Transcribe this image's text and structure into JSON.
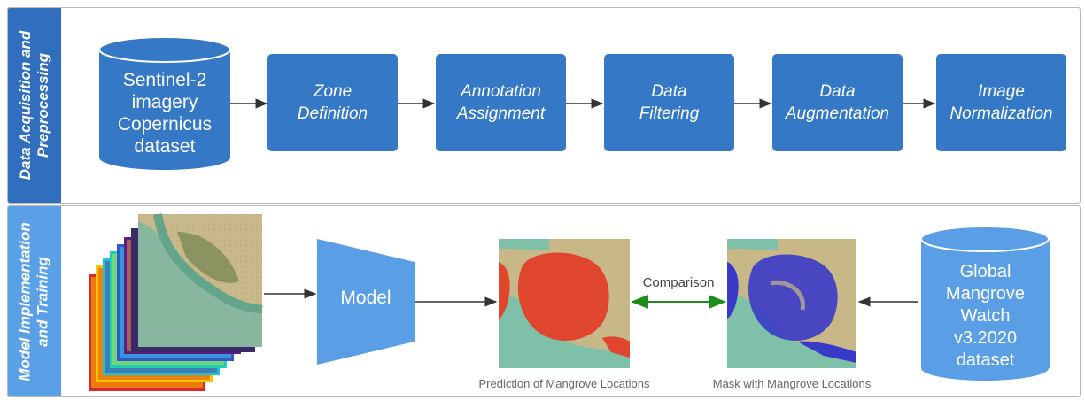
{
  "sections": [
    {
      "label": "Data Acquisition and\nPreprocessing",
      "color": "#2f6fbd"
    },
    {
      "label": "Model Implementation\nand Training",
      "color": "#5aa0e6"
    }
  ],
  "top": {
    "source": "Sentinel-2\nimagery\nCopernicus\ndataset",
    "steps": [
      "Zone\nDefinition",
      "Annotation\nAssignment",
      "Data\nFiltering",
      "Data\nAugmentation",
      "Image\nNormalization"
    ]
  },
  "bottom": {
    "model": "Model",
    "comparison": "Comparison",
    "prediction_caption": "Prediction of Mangrove Locations",
    "mask_caption": "Mask with Mangrove Locations",
    "reference": "Global\nMangrove\nWatch\nv3.2020\ndataset"
  },
  "colors": {
    "box": "#3478c6",
    "model": "#5a9fe6",
    "comparison_arrow": "#1e8c1e",
    "prediction": "#e0462e",
    "mask": "#3a3ac8"
  }
}
